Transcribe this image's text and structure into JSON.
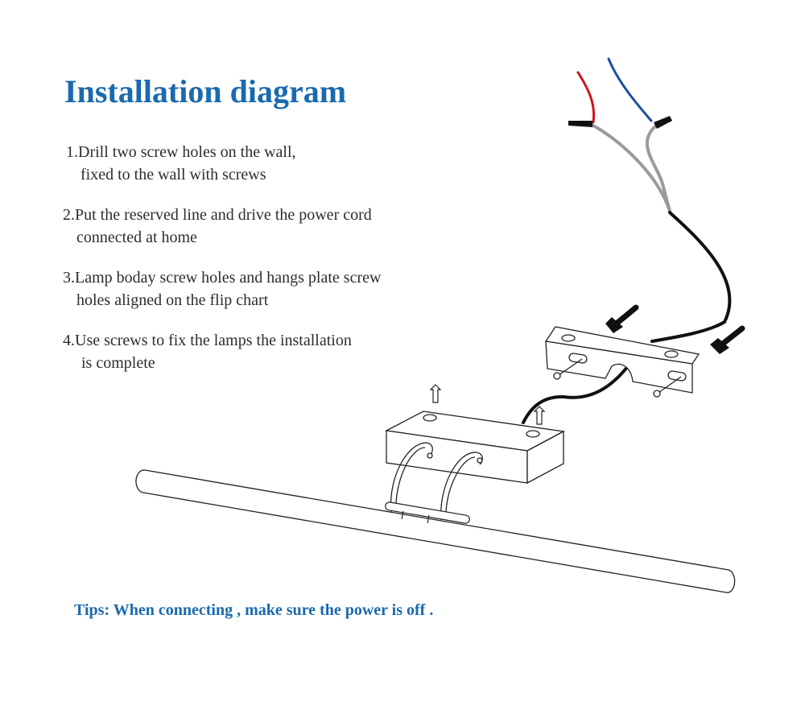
{
  "title": "Installation diagram",
  "steps": [
    {
      "line1": "1.Drill two screw holes on the wall,",
      "line2": "fixed to the wall with screws"
    },
    {
      "line1": "2.Put the reserved line and drive the power cord",
      "line2": "connected at home"
    },
    {
      "line1": "3.Lamp boday screw holes and hangs plate screw",
      "line2": "holes aligned on the flip chart"
    },
    {
      "line1": "4.Use screws to fix the lamps the installation",
      "line2": "is complete"
    }
  ],
  "tips": "Tips: When connecting , make sure the power is off .",
  "colors": {
    "accent": "#1a6aae",
    "wire_red": "#d0141e",
    "wire_blue": "#1f4fa0",
    "wire_grey": "#9a9a9a",
    "wire_black": "#111111"
  }
}
